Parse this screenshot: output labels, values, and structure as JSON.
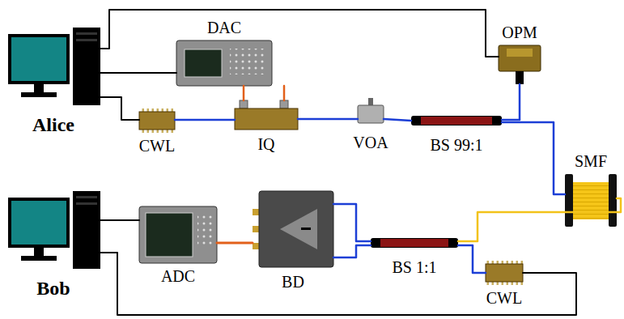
{
  "diagram": {
    "nodes": [
      {
        "text": [
          "Alice"
        ]
      },
      {
        "text": [
          "DAC"
        ]
      },
      {
        "text": [
          "OPM"
        ]
      },
      {
        "text": [
          "CWL"
        ]
      },
      {
        "text": [
          "IQ"
        ]
      },
      {
        "text": [
          "VOA"
        ]
      },
      {
        "text": [
          "BS 99:1"
        ]
      },
      {
        "text": [
          "SMF"
        ]
      },
      {
        "text": [
          "Bob"
        ]
      },
      {
        "text": [
          "ADC"
        ]
      },
      {
        "text": [
          "BD"
        ]
      },
      {
        "text": [
          "BS 1:1"
        ]
      },
      {
        "text": [
          "CWL"
        ]
      }
    ],
    "edges": [
      {
        "from": 0,
        "to": 2,
        "arrow": "none"
      },
      {
        "from": 0,
        "to": 1,
        "arrow": "none"
      },
      {
        "from": 0,
        "to": 3,
        "arrow": "none"
      },
      {
        "from": 3,
        "to": 4,
        "arrow": "none"
      },
      {
        "from": 1,
        "to": 4,
        "arrow": "none"
      },
      {
        "from": 1,
        "to": 4,
        "arrow": "none"
      },
      {
        "from": 4,
        "to": 5,
        "arrow": "none"
      },
      {
        "from": 5,
        "to": 6,
        "arrow": "none"
      },
      {
        "from": 6,
        "to": 2,
        "arrow": "none"
      },
      {
        "from": 6,
        "to": 7,
        "arrow": "none"
      },
      {
        "from": 7,
        "to": 11,
        "arrow": "none"
      },
      {
        "from": 11,
        "to": 12,
        "arrow": "none"
      },
      {
        "from": 10,
        "to": 11,
        "arrow": "none"
      },
      {
        "from": 10,
        "to": 11,
        "arrow": "none"
      },
      {
        "from": 9,
        "to": 10,
        "arrow": "none"
      },
      {
        "from": 8,
        "to": 9,
        "arrow": "none"
      },
      {
        "from": 8,
        "to": 12,
        "arrow": "none"
      }
    ]
  }
}
